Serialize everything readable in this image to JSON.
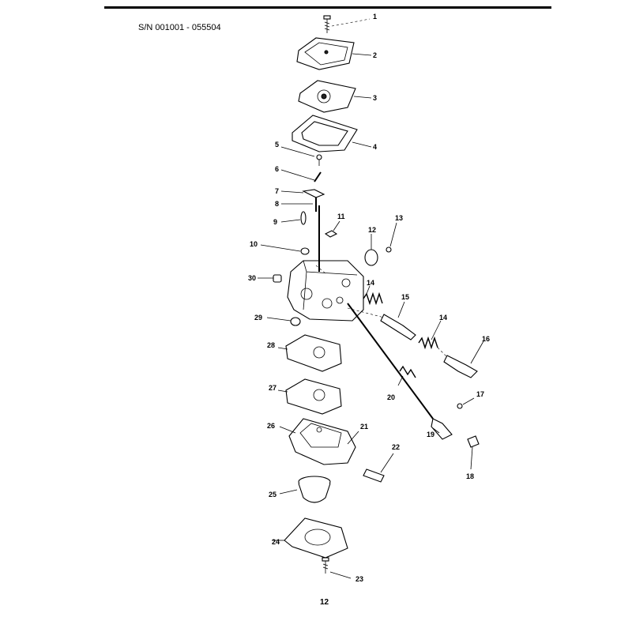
{
  "header": {
    "serial_range": "S/N 001001 - 055504"
  },
  "footer": {
    "page_number": "12"
  },
  "callouts": [
    "1",
    "2",
    "3",
    "4",
    "5",
    "6",
    "7",
    "8",
    "9",
    "10",
    "11",
    "12",
    "13",
    "14",
    "14",
    "15",
    "16",
    "17",
    "18",
    "19",
    "20",
    "21",
    "22",
    "23",
    "24",
    "25",
    "26",
    "27",
    "28",
    "29",
    "30"
  ]
}
